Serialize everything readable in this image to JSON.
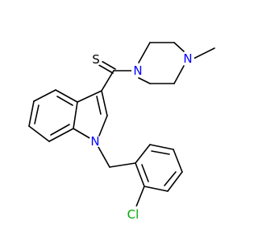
{
  "molecule": {
    "atoms": [
      {
        "id": "S",
        "label": "S",
        "color": "#000000"
      },
      {
        "id": "N_pip1",
        "label": "N",
        "color": "#0000ff"
      },
      {
        "id": "N_pip4",
        "label": "N",
        "color": "#0000ff"
      },
      {
        "id": "N_indole",
        "label": "N",
        "color": "#0000ff"
      },
      {
        "id": "Cl",
        "label": "Cl",
        "color": "#00aa00"
      }
    ]
  }
}
